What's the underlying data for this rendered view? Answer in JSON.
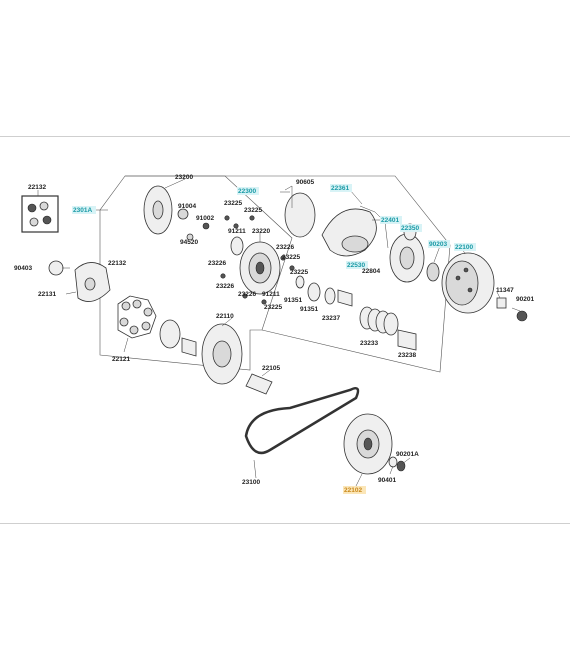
{
  "colors": {
    "highlight_text": "#1a9aa6",
    "highlight_bg": "#d8f3f6",
    "selected_text": "#c9891c",
    "selected_bg": "#fbe6b8",
    "line": "#444444"
  },
  "labels": {
    "l22132a": "22132",
    "l2301a": "2301A",
    "l23200": "23200",
    "l91004": "91004",
    "l91002": "91002",
    "l94520": "94520",
    "l23225a": "23225",
    "l23225b": "23225",
    "l91211a": "91211",
    "l23220": "23220",
    "l22300": "22300",
    "l90605": "90605",
    "l22361": "22361",
    "l22401": "22401",
    "l22350": "22350",
    "l90203": "90203",
    "l22100": "22100",
    "l22530": "22530",
    "l22804": "22804",
    "l23226a": "23226",
    "l23225c": "23225",
    "l23225d": "23225",
    "l23226b": "23226",
    "l23226c": "23226",
    "l91211b": "91211",
    "l23225e": "23225",
    "l91351a": "91351",
    "l91351b": "91351",
    "l23237": "23237",
    "l23233": "23233",
    "l23238": "23238",
    "l11347": "11347",
    "l90201": "90201",
    "l90403": "90403",
    "l22132b": "22132",
    "l22131": "22131",
    "l22121": "22121",
    "l22110": "22110",
    "l22105": "22105",
    "l23100": "23100",
    "l90201a": "90201A",
    "l90401": "90401",
    "l22102": "22102"
  }
}
